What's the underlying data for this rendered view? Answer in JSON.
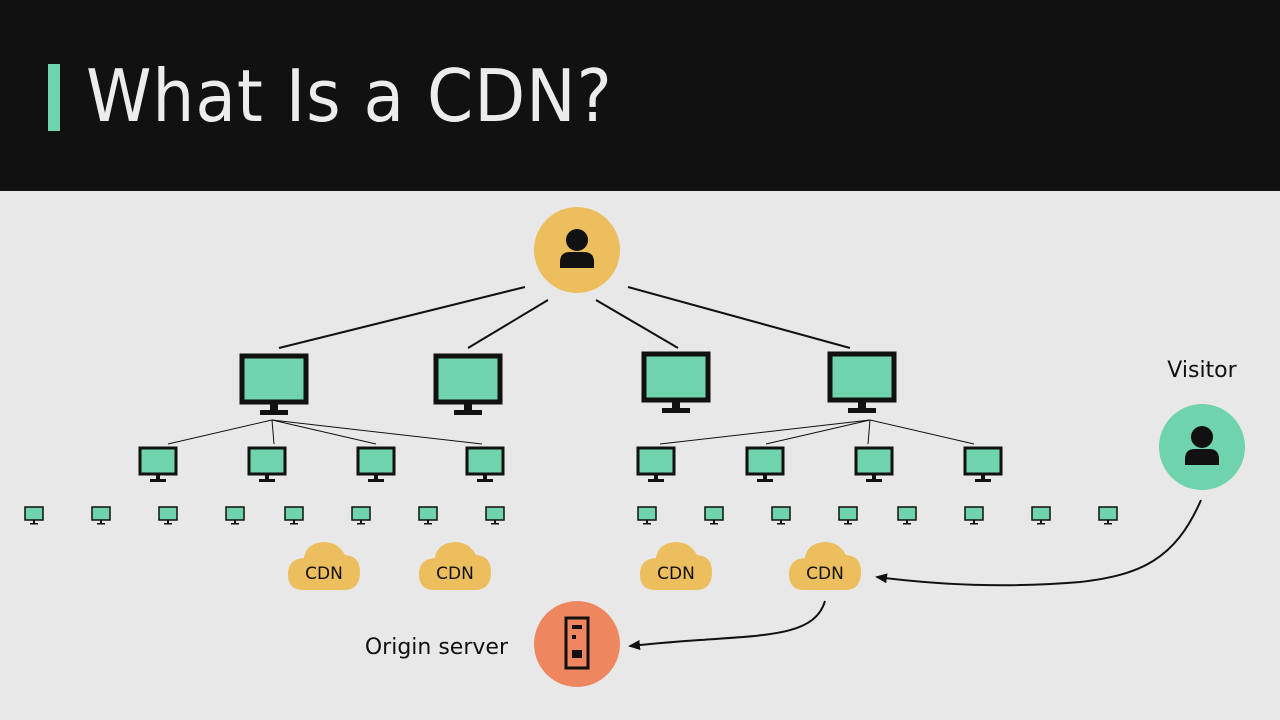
{
  "title": "What Is a CDN?",
  "labels": {
    "visitor": "Visitor",
    "origin": "Origin server",
    "cdn": [
      "CDN",
      "CDN",
      "CDN",
      "CDN"
    ]
  },
  "colors": {
    "header_bg": "#111111",
    "accent": "#6fd3ac",
    "user_node": "#ecbe5e",
    "visitor_node": "#6fd3ac",
    "origin_node": "#ee8660",
    "cdn_cloud": "#ecbe5e",
    "computer_screen": "#6fd3ac"
  },
  "icons": {
    "top_node": "person-icon",
    "visitor_node": "person-icon",
    "origin_node": "server-icon",
    "computers": "monitor-icon",
    "cdn": "cloud-icon"
  }
}
